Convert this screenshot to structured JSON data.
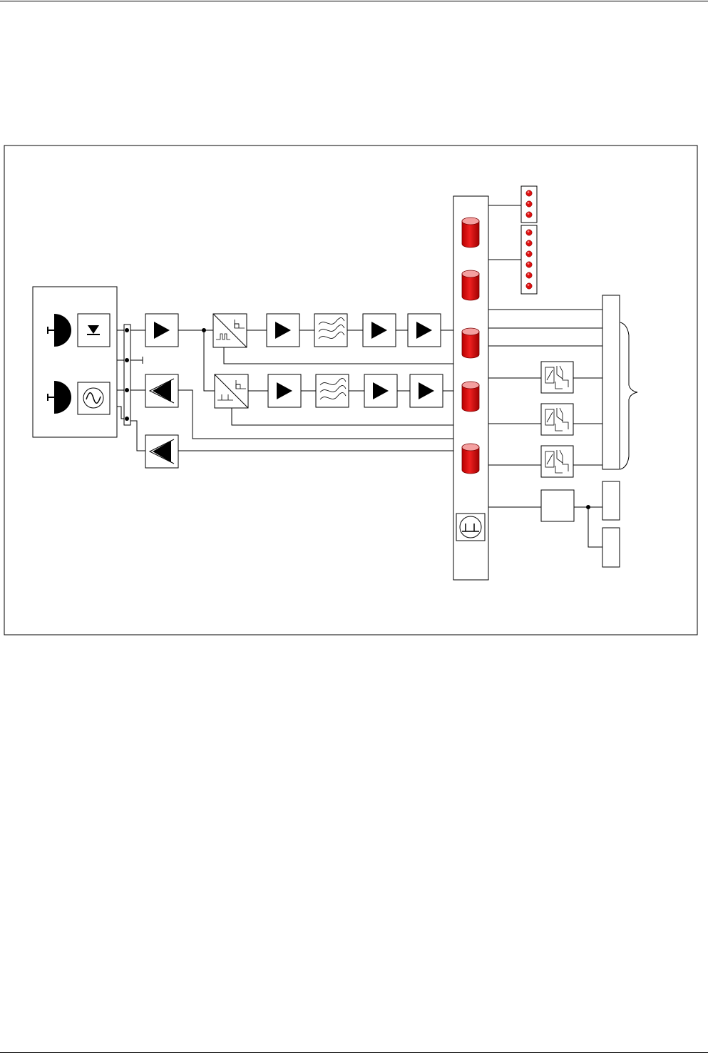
{
  "page": {
    "header_rule": true,
    "footer_rule": true
  },
  "diagram": {
    "type": "block-diagram",
    "title": "",
    "blocks": [
      {
        "id": "sensor-1",
        "icon": "semicircle-antenna-icon"
      },
      {
        "id": "sensor-2",
        "icon": "semicircle-antenna-icon"
      },
      {
        "id": "diode-block",
        "icon": "diode-icon"
      },
      {
        "id": "oscillator-block",
        "icon": "sine-wave-icon"
      },
      {
        "id": "amp-in",
        "icon": "amplifier-right-icon"
      },
      {
        "id": "amp-back-1",
        "icon": "amplifier-left-icon"
      },
      {
        "id": "amp-back-2",
        "icon": "amplifier-left-icon"
      },
      {
        "id": "converter-1",
        "icon": "ad-converter-icon"
      },
      {
        "id": "converter-2",
        "icon": "ad-converter-icon"
      },
      {
        "id": "ch1-amp-1",
        "icon": "amplifier-right-icon"
      },
      {
        "id": "ch1-filter",
        "icon": "filter-icon"
      },
      {
        "id": "ch1-amp-2",
        "icon": "amplifier-right-icon"
      },
      {
        "id": "ch1-amp-3",
        "icon": "amplifier-right-icon"
      },
      {
        "id": "ch2-amp-1",
        "icon": "amplifier-right-icon"
      },
      {
        "id": "ch2-filter",
        "icon": "filter-icon"
      },
      {
        "id": "ch2-amp-2",
        "icon": "amplifier-right-icon"
      },
      {
        "id": "ch2-amp-3",
        "icon": "amplifier-right-icon"
      },
      {
        "id": "processor-bus",
        "icon": "vertical-bus-icon"
      },
      {
        "id": "led-bank-small",
        "icon": "led-array-icon",
        "leds": 3
      },
      {
        "id": "led-bank-large",
        "icon": "led-array-icon",
        "leds": 6
      },
      {
        "id": "relay-1",
        "icon": "relay-icon"
      },
      {
        "id": "relay-2",
        "icon": "relay-icon"
      },
      {
        "id": "relay-3",
        "icon": "relay-icon"
      },
      {
        "id": "terminal-block",
        "icon": "connector-strip-icon"
      },
      {
        "id": "power-block",
        "icon": "box-icon"
      },
      {
        "id": "output-1",
        "icon": "box-icon"
      },
      {
        "id": "output-2",
        "icon": "box-icon"
      },
      {
        "id": "pulse-indicator",
        "icon": "pulse-icon"
      }
    ],
    "memory_icons": 5,
    "colors": {
      "line": "#000000",
      "memory_body": "#dd1111",
      "memory_top": "#f4a0a0",
      "led": "#dd1111",
      "led_highlight": "#ff8080"
    }
  }
}
